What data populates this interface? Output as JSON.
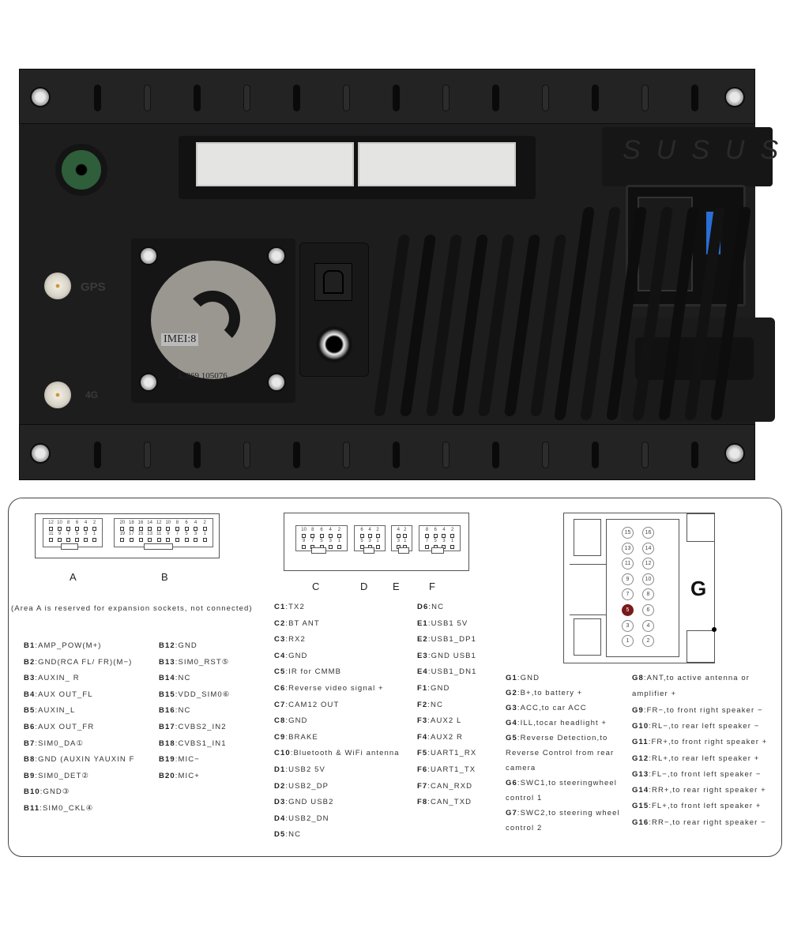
{
  "photo": {
    "labels": {
      "gps": "GPS",
      "lte": "4G",
      "imei": "IMEI:8",
      "serial": "L.869 105076",
      "clip": "SUSUS"
    },
    "colors": {
      "body": "#1d1d1d",
      "connector": "#e4e4e2",
      "radio_jack": "#2e5e3a",
      "fuse": "#2a6fd6"
    }
  },
  "diagram": {
    "connectors_ab": {
      "A": {
        "label": "A",
        "top": [
          12,
          10,
          8,
          6,
          4,
          2
        ],
        "bottom": [
          11,
          9,
          7,
          5,
          3,
          1
        ]
      },
      "B": {
        "label": "B",
        "top": [
          20,
          18,
          16,
          14,
          12,
          10,
          8,
          6,
          4,
          2
        ],
        "bottom": [
          19,
          17,
          15,
          13,
          11,
          9,
          7,
          5,
          3,
          1
        ]
      }
    },
    "note": "(Area A is reserved for expansion sockets, not connected)",
    "connectors_cdef": {
      "C": {
        "label": "C",
        "top": [
          10,
          8,
          6,
          4,
          2
        ],
        "bottom": [
          9,
          7,
          5,
          3,
          1
        ]
      },
      "D": {
        "label": "D",
        "top": [
          6,
          4,
          2
        ],
        "bottom": [
          5,
          3,
          1
        ]
      },
      "E": {
        "label": "E",
        "top": [
          4,
          2
        ],
        "bottom": [
          3,
          1
        ]
      },
      "F": {
        "label": "F",
        "top": [
          8,
          6,
          4,
          2
        ],
        "bottom": [
          7,
          5,
          3,
          1
        ]
      }
    },
    "connector_g": {
      "label": "G",
      "rows": [
        [
          "15",
          "16"
        ],
        [
          "13",
          "14"
        ],
        [
          "11",
          "12"
        ],
        [
          "9",
          "10"
        ],
        [
          "7",
          "8"
        ],
        [
          "5",
          "6"
        ],
        [
          "3",
          "4"
        ],
        [
          "1",
          "2"
        ]
      ],
      "highlighted_pin": "5",
      "highlight_color": "#7a1a1a"
    },
    "b_left": [
      [
        "B1",
        "AMP_POW(M+)"
      ],
      [
        "B2",
        "GND(RCA FL/ FR)(M−)"
      ],
      [
        "B3",
        "AUXIN_ R"
      ],
      [
        "B4",
        "AUX OUT_FL"
      ],
      [
        "B5",
        "AUXIN_L"
      ],
      [
        "B6",
        "AUX OUT_FR"
      ],
      [
        "B7",
        "SIM0_DA①"
      ],
      [
        "B8",
        "GND (AUXIN YAUXIN F"
      ],
      [
        "B9",
        "SIM0_DET②"
      ],
      [
        "B10",
        "GND③"
      ],
      [
        "B11",
        "SIM0_CKL④"
      ]
    ],
    "b_right": [
      [
        "B12",
        "GND"
      ],
      [
        "B13",
        "SIM0_RST⑤"
      ],
      [
        "B14",
        "NC"
      ],
      [
        "B15",
        "VDD_SIM0⑥"
      ],
      [
        "B16",
        "NC"
      ],
      [
        "B17",
        "CVBS2_IN2"
      ],
      [
        "B18",
        "CVBS1_IN1"
      ],
      [
        "B19",
        "MIC−"
      ],
      [
        "B20",
        "MIC+"
      ]
    ],
    "cd_left": [
      [
        "C1",
        "TX2"
      ],
      [
        "C2",
        "BT ANT"
      ],
      [
        "C3",
        "RX2"
      ],
      [
        "C4",
        "GND"
      ],
      [
        "C5",
        "IR for CMMB"
      ],
      [
        "C6",
        "Reverse video signal +"
      ],
      [
        "C7",
        "CAM12 OUT"
      ],
      [
        "C8",
        "GND"
      ],
      [
        "C9",
        "BRAKE"
      ],
      [
        "C10",
        "Bluetooth & WiFi antenna"
      ],
      [
        "D1",
        "USB2 5V"
      ],
      [
        "D2",
        "USB2_DP"
      ],
      [
        "D3",
        "GND USB2"
      ],
      [
        "D4",
        "USB2_DN"
      ],
      [
        "D5",
        "NC"
      ]
    ],
    "def_right": [
      [
        "D6",
        "NC"
      ],
      [
        "E1",
        "USB1 5V"
      ],
      [
        "E2",
        "USB1_DP1"
      ],
      [
        "E3",
        "GND USB1"
      ],
      [
        "E4",
        "USB1_DN1"
      ],
      [
        "F1",
        "GND"
      ],
      [
        "F2",
        "NC"
      ],
      [
        "F3",
        "AUX2 L"
      ],
      [
        "F4",
        "AUX2 R"
      ],
      [
        "F5",
        "UART1_RX"
      ],
      [
        "F6",
        "UART1_TX"
      ],
      [
        "F7",
        "CAN_RXD"
      ],
      [
        "F8",
        "CAN_TXD"
      ]
    ],
    "g_left": [
      [
        "G1",
        "GND"
      ],
      [
        "G2",
        "B+,to battery +"
      ],
      [
        "G3",
        "ACC,to car ACC"
      ],
      [
        "G4",
        "ILL,tocar headlight +"
      ],
      [
        "G5",
        "Reverse Detection,to"
      ],
      [
        "",
        "Reverse Control from rear"
      ],
      [
        "",
        "camera"
      ],
      [
        "G6",
        "SWC1,to steeringwheel"
      ],
      [
        "",
        "control 1"
      ],
      [
        "G7",
        "SWC2,to steering wheel"
      ],
      [
        "",
        "control 2"
      ]
    ],
    "g_right": [
      [
        "G8",
        "ANT,to active antenna or"
      ],
      [
        "",
        "amplifier +"
      ],
      [
        "G9",
        "FR−,to front right speaker −"
      ],
      [
        "G10",
        "RL−,to rear left speaker −"
      ],
      [
        "G11",
        "FR+,to front right speaker +"
      ],
      [
        "G12",
        "RL+,to rear left speaker +"
      ],
      [
        "G13",
        "FL−,to front left speaker −"
      ],
      [
        "G14",
        "RR+,to rear right speaker +"
      ],
      [
        "G15",
        "FL+,to front left speaker +"
      ],
      [
        "G16",
        "RR−,to rear right speaker −"
      ]
    ]
  }
}
